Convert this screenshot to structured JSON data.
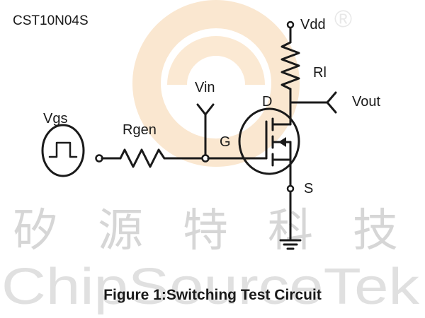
{
  "part_number": "CST10N04S",
  "watermark": {
    "chinese": [
      "矽",
      "源",
      "特",
      "科",
      "技"
    ],
    "english": "ChipSourceTek",
    "registered_mark": "®"
  },
  "labels": {
    "vdd": "Vdd",
    "rl": "Rl",
    "vout": "Vout",
    "vin": "Vin",
    "d": "D",
    "vgs": "Vgs",
    "rgen": "Rgen",
    "g": "G",
    "s": "S"
  },
  "figure_caption": "Figure 1:Switching Test Circuit",
  "colors": {
    "line": "#1a1a1a",
    "logo_orange": "#f6d3a8",
    "watermark_gray": "#d6d6d6"
  }
}
